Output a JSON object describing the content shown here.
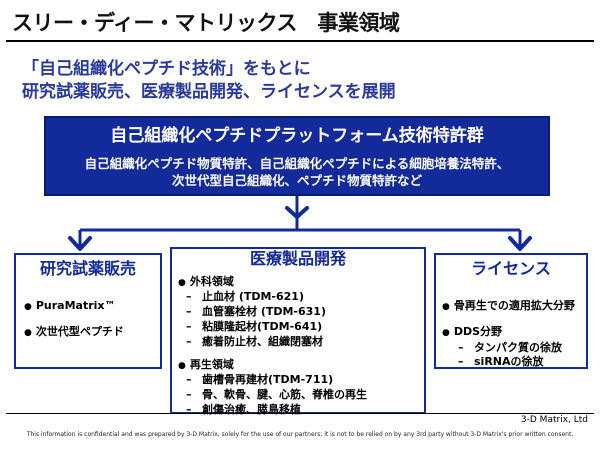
{
  "title": "スリー・ディー・マトリックス　事業領域",
  "subtitle": {
    "line1": "「自己組織化ペプチド技術」をもとに",
    "line2": "研究試薬販売、医療製品開発、ライセンスを展開"
  },
  "platform": {
    "heading": "自己組織化ペプチドプラットフォーム技術特許群",
    "line1": "自己組織化ペプチド物質特許、自己組織化ペプチドによる細胞培養法特許、",
    "line2": "次世代型自己組織化、ペプチド物質特許など"
  },
  "research": {
    "heading": "研究試薬販売",
    "items": [
      "PuraMatrix™",
      "次世代型ペプチド"
    ]
  },
  "medical": {
    "heading": "医療製品開発",
    "groups": [
      {
        "label": "外科領域",
        "items": [
          "止血材 (TDM-621)",
          "血管塞栓材 (TDM-631)",
          "粘膜隆起材(TDM-641)",
          "癒着防止材、組織閉塞材"
        ]
      },
      {
        "label": "再生領域",
        "items": [
          "歯槽骨再建材(TDM-711)",
          "骨、軟骨、腱、心筋、脊椎の再生",
          "創傷治癒、膵島移植"
        ]
      }
    ]
  },
  "license": {
    "heading": "ライセンス",
    "item1": "骨再生での適用拡大分野",
    "item2": "DDS分野",
    "subitems": [
      "タンパク質の徐放",
      "siRNAの徐放"
    ]
  },
  "footer": {
    "company": "3-D Matrix, Ltd",
    "note": "This information is confidential and was prepared by 3-D Matrix, solely for the use of our partners; it is not to be relied on by any 3rd party without 3-D Matrix's prior written consent."
  },
  "colors": {
    "brand_blue": "#132a9a",
    "subtitle_blue": "#2a3a9c"
  }
}
